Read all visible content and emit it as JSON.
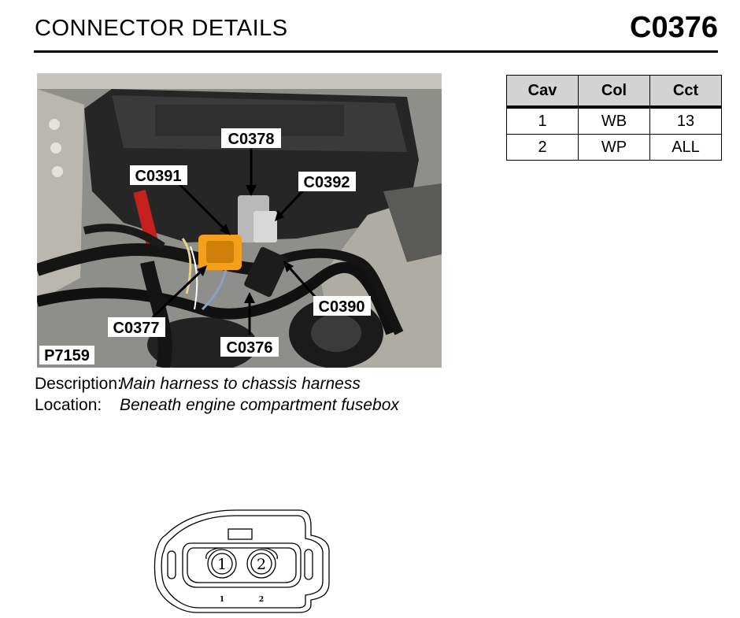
{
  "header": {
    "title": "CONNECTOR DETAILS",
    "code": "C0376"
  },
  "photo": {
    "ref": "P7159",
    "callouts": [
      "C0378",
      "C0391",
      "C0392",
      "C0390",
      "C0377",
      "C0376"
    ]
  },
  "info": {
    "description_label": "Description:",
    "description": "Main harness to chassis harness",
    "location_label": "Location:",
    "location": "Beneath engine compartment fusebox"
  },
  "pin_table": {
    "headers": [
      "Cav",
      "Col",
      "Cct"
    ],
    "rows": [
      [
        "1",
        "WB",
        "13"
      ],
      [
        "2",
        "WP",
        "ALL"
      ]
    ]
  },
  "connector_face": {
    "pin_labels": [
      "1",
      "2"
    ]
  }
}
